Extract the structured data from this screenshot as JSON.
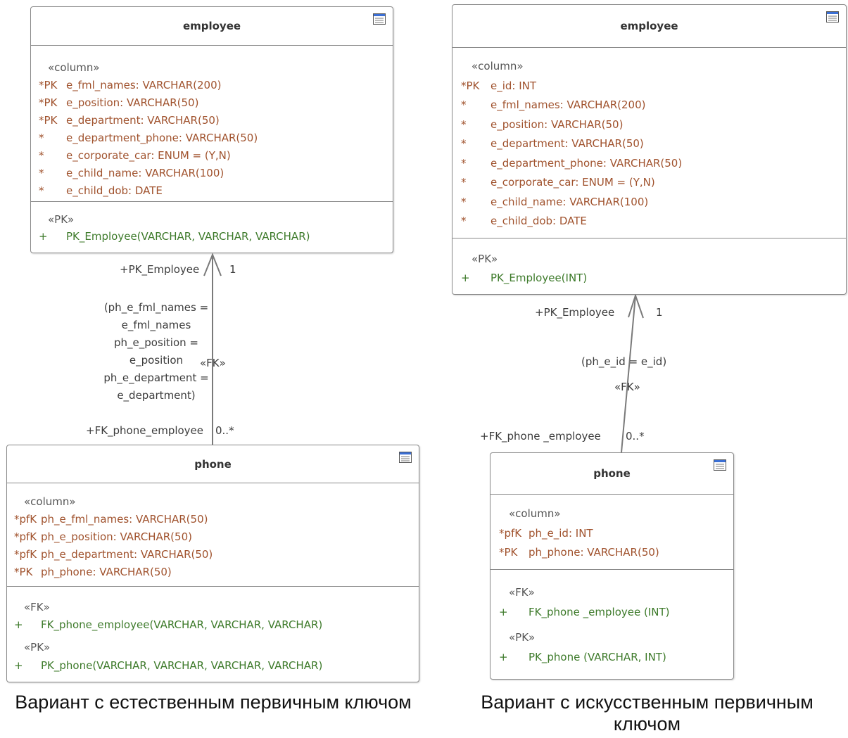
{
  "left": {
    "employee": {
      "title": "employee",
      "column_stereo": "«column»",
      "columns": [
        {
          "key": "*PK",
          "text": "e_fml_names: VARCHAR(200)"
        },
        {
          "key": "*PK",
          "text": "e_position: VARCHAR(50)"
        },
        {
          "key": "*PK",
          "text": "e_department: VARCHAR(50)"
        },
        {
          "key": "*",
          "text": "e_department_phone: VARCHAR(50)"
        },
        {
          "key": "*",
          "text": "e_corporate_car: ENUM = (Y,N)"
        },
        {
          "key": "*",
          "text": "e_child_name: VARCHAR(100)"
        },
        {
          "key": "*",
          "text": "e_child_dob: DATE"
        }
      ],
      "pk_stereo": "«PK»",
      "pk_op": {
        "key": "+",
        "text": "PK_Employee(VARCHAR, VARCHAR, VARCHAR)"
      }
    },
    "relation": {
      "target_role": "+PK_Employee",
      "target_mult": "1",
      "condition_lines": [
        "(ph_e_fml_names =",
        "e_fml_names",
        "ph_e_position =",
        "e_position",
        "ph_e_department =",
        "e_department)"
      ],
      "stereo": "«FK»",
      "source_role": "+FK_phone_employee",
      "source_mult": "0..*"
    },
    "phone": {
      "title": "phone",
      "column_stereo": "«column»",
      "columns": [
        {
          "key": "*pfK",
          "text": "ph_e_fml_names: VARCHAR(50)"
        },
        {
          "key": "*pfK",
          "text": "ph_e_position: VARCHAR(50)"
        },
        {
          "key": "*pfK",
          "text": "ph_e_department: VARCHAR(50)"
        },
        {
          "key": "*PK",
          "text": "ph_phone: VARCHAR(50)"
        }
      ],
      "fk_stereo": "«FK»",
      "fk_op": {
        "key": "+",
        "text": "FK_phone_employee(VARCHAR, VARCHAR, VARCHAR)"
      },
      "pk_stereo": "«PK»",
      "pk_op": {
        "key": "+",
        "text": "PK_phone(VARCHAR, VARCHAR, VARCHAR, VARCHAR)"
      }
    },
    "caption": "Вариант с естественным первичным ключом"
  },
  "right": {
    "employee": {
      "title": "employee",
      "column_stereo": "«column»",
      "columns": [
        {
          "key": "*PK",
          "text": "e_id: INT"
        },
        {
          "key": "*",
          "text": "e_fml_names: VARCHAR(200)"
        },
        {
          "key": "*",
          "text": "e_position: VARCHAR(50)"
        },
        {
          "key": "*",
          "text": "e_department: VARCHAR(50)"
        },
        {
          "key": "*",
          "text": "e_department_phone: VARCHAR(50)"
        },
        {
          "key": "*",
          "text": "e_corporate_car: ENUM = (Y,N)"
        },
        {
          "key": "*",
          "text": "e_child_name: VARCHAR(100)"
        },
        {
          "key": "*",
          "text": "e_child_dob: DATE"
        }
      ],
      "pk_stereo": "«PK»",
      "pk_op": {
        "key": "+",
        "text": "PK_Employee(INT)"
      }
    },
    "relation": {
      "target_role": "+PK_Employee",
      "target_mult": "1",
      "condition": "(ph_e_id = e_id)",
      "stereo": "«FK»",
      "source_role": "+FK_phone _employee",
      "source_mult": "0..*"
    },
    "phone": {
      "title": "phone",
      "column_stereo": "«column»",
      "columns": [
        {
          "key": "*pfK",
          "text": "ph_e_id: INT"
        },
        {
          "key": "*PK",
          "text": "ph_phone: VARCHAR(50)"
        }
      ],
      "fk_stereo": "«FK»",
      "fk_op": {
        "key": "+",
        "text": "FK_phone _employee (INT)"
      },
      "pk_stereo": "«PK»",
      "pk_op": {
        "key": "+",
        "text": "PK_phone (VARCHAR, INT)"
      }
    },
    "caption": "Вариант с искусственным первичным ключом"
  },
  "colors": {
    "border": "#8a8a8a",
    "column_text": "#a0522d",
    "operation_text": "#3d7a2a",
    "stereotype_text": "#555555"
  },
  "icons": {
    "table": "table-icon",
    "arrow": "open-arrowhead"
  }
}
